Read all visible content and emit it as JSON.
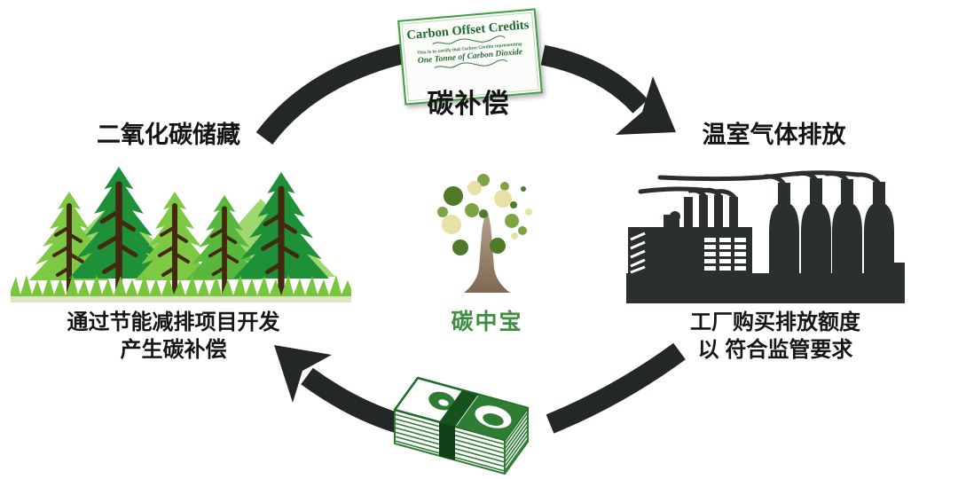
{
  "cycle": {
    "top": {
      "label": "碳补偿",
      "certificate": {
        "title": "Carbon Offset Credits",
        "body_line": "This is to certify that Carbon Credits representing",
        "subtitle": "One Tonne of Carbon Dioxide"
      }
    },
    "left": {
      "title": "二氧化碳储藏",
      "caption_line1": "通过节能减排项目开发",
      "caption_line2": "产生碳补偿"
    },
    "right": {
      "title": "温室气体排放",
      "caption_line1": "工厂购买排放额度",
      "caption_line2": "以 符合监管要求"
    },
    "center": {
      "brand": "碳中宝"
    }
  },
  "icons": {
    "top_illustration": "carbon-offset-certificate",
    "left_illustration": "pine-forest",
    "right_illustration": "factory-smokestacks",
    "bottom_illustration": "money-stack",
    "center_illustration": "dot-tree-logo",
    "arrows": "clockwise-cycle-arrows"
  },
  "colors": {
    "arrow": "#232826",
    "factory": "#2b2f2e",
    "money_green": "#2e7d32",
    "money_band": "#17521d",
    "brand_green": "#3e8e41",
    "cert_border": "#3f9e44",
    "cert_text": "#1c6b2c",
    "tree_light": "#7ec944",
    "tree_mid": "#57b83d",
    "tree_dark": "#1e9038",
    "trunk_brown": "#42290f",
    "text_black": "#141414"
  }
}
